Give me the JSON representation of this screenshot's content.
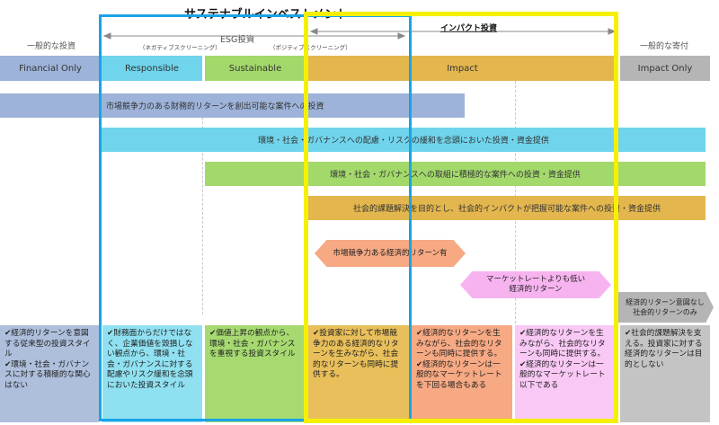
{
  "title": "サステナブルインベストメント",
  "headers": {
    "general_investment": "一般的な投資",
    "esg_investment": "ESG投資",
    "negative_screening": "（ネガティブスクリーニング）",
    "positive_screening": "（ポジティブスクリーニング）",
    "impact_investment": "インパクト投資",
    "general_donation": "一般的な寄付"
  },
  "categories": {
    "financial_only": "Financial Only",
    "responsible": "Responsible",
    "sustainable": "Sustainable",
    "impact": "Impact",
    "impact_only": "Impact Only"
  },
  "bars": {
    "bar1": "市場競争力のある財務的リターンを創出可能な案件への投資",
    "bar2": "環境・社会・ガバナンスへの配慮・リスクの緩和を念頭においた投資・資金提供",
    "bar3": "環境・社会・ガバナンスへの取組に積極的な案件への投資・資金提供",
    "bar4": "社会的課題解決を目的とし、社会的インパクトが把握可能な案件への投資・資金提供"
  },
  "arrows": {
    "market_return": "市場競争力ある経済的リターン有",
    "below_market": "マーケットレートよりも低い\n経済的リターン",
    "no_return": "経済的リターン意図なし\n社会的リターンのみ"
  },
  "descriptions": {
    "financial_only": "✔経済的リターンを意図する従来型の投資スタイル\n✔環境・社会・ガバナンスに対する積極的な関心はない",
    "responsible": "✔財務面からだけではなく、企業価値を毀損しない観点から、環境・社会・ガバナンスに対する配慮やリスク緩和を念頭においた投資スタイル",
    "sustainable": "✔価値上昇の観点から、環境・社会・ガバナンスを重視する投資スタイル",
    "impact_investor": "✔投資家に対して市場競争力のある経済的なリターンを生みながら、社会的なリターンも同時に提供する。",
    "impact_market": "✔経済的なリターンを生みながら、社会的なリターンも同時に提供する。\n✔経済的なリターンは一般的なマーケットレートを下回る場合もある",
    "impact_below": "✔経済的なリターンを生みながら、社会的なリターンも同時に提供する。\n✔経済的なリターンは一般的なマーケットレート以下である",
    "impact_only": "✔社会的課題解決を支える。投資家に対する経済的なリターンは目的としない"
  },
  "colors": {
    "financial": "#9db3d9",
    "responsible": "#6fd4ec",
    "sustainable": "#a3d96b",
    "impact": "#e3b64e",
    "impact_only": "#b5b5b5",
    "market_hex": "#f6a983",
    "below_hex": "#f7b3f0",
    "desc_blue": "#aebfdc",
    "desc_cyan": "#8fe0f0",
    "desc_green": "#a6da70",
    "desc_gold": "#e8bf5a",
    "desc_orange": "#f6a983",
    "desc_pink": "#f9c8f5",
    "desc_gray": "#c4c4c4",
    "yellow_frame": "#f5f000",
    "blue_frame": "#1aa3e6"
  }
}
